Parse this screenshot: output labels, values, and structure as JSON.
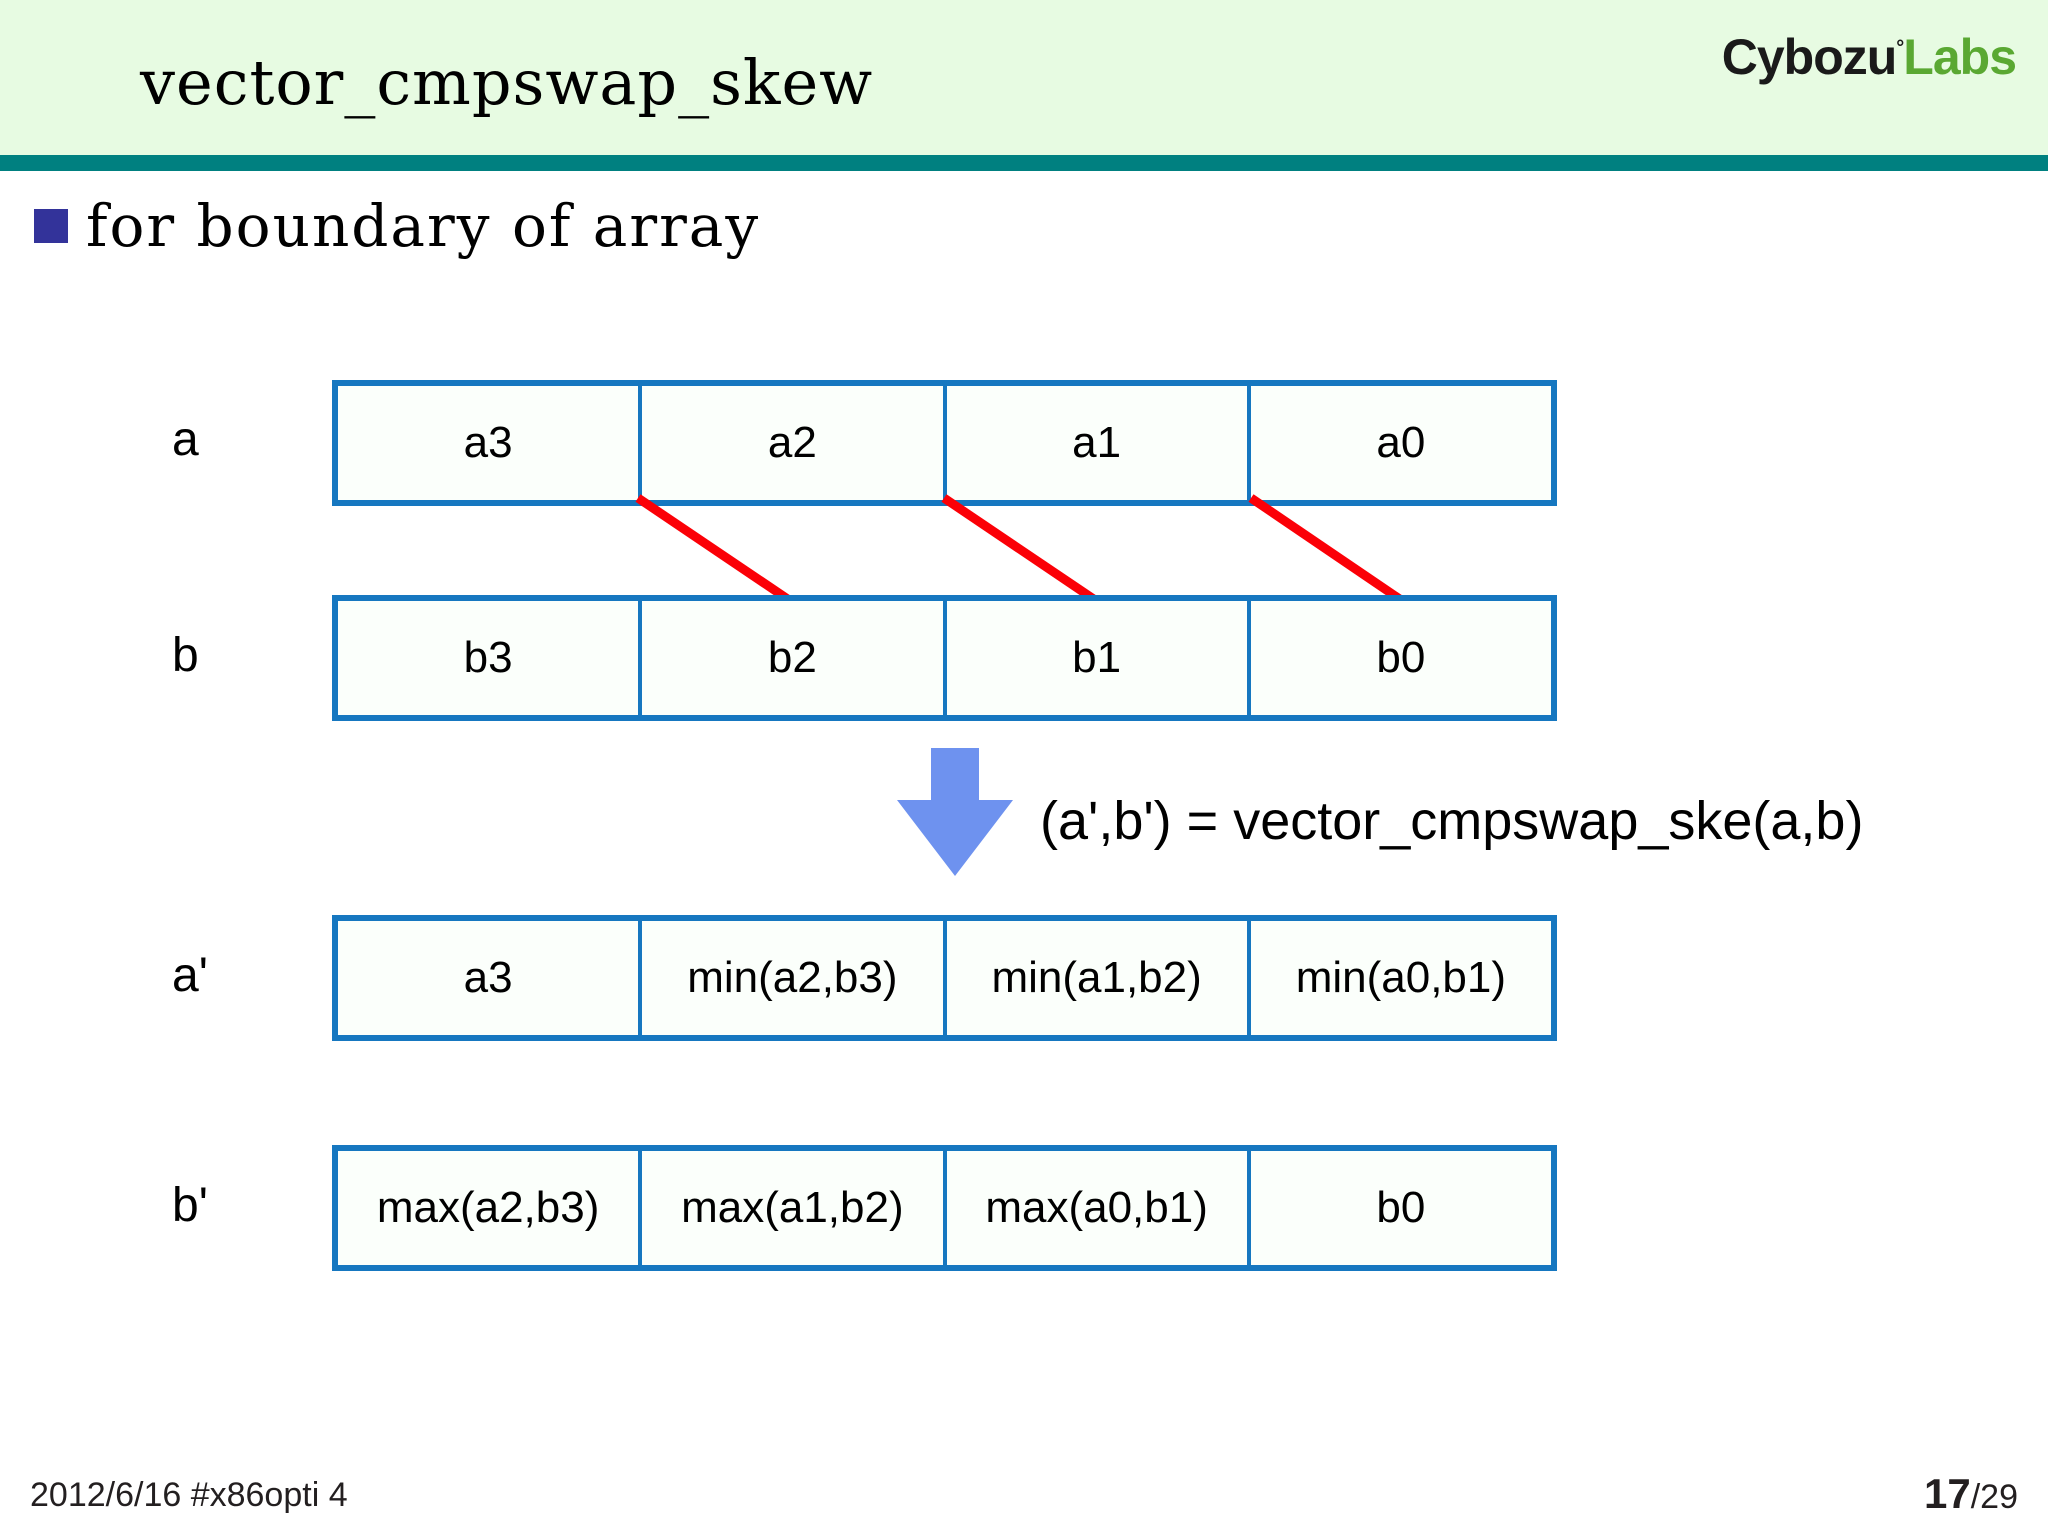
{
  "header": {
    "title": "vector_cmpswap_skew",
    "band_color": "#e7fbe2",
    "rule_color": "#008080",
    "logo": {
      "brand": "Cybozu",
      "registered_mark": "°",
      "suffix": "Labs",
      "brand_color": "#1a1a1a",
      "suffix_color": "#5aa832"
    }
  },
  "bullet": {
    "text": "for boundary of array",
    "marker_color": "#33339a"
  },
  "diagram": {
    "border_color": "#1677c0",
    "cell_fill": "#fbfffb",
    "skew_line_color": "#fb0007",
    "arrow_color": "#6e92ef",
    "rows": [
      {
        "label": "a",
        "cells": [
          "a3",
          "a2",
          "a1",
          "a0"
        ]
      },
      {
        "label": "b",
        "cells": [
          "b3",
          "b2",
          "b1",
          "b0"
        ]
      },
      {
        "label": "a'",
        "cells": [
          "a3",
          "min(a2,b3)",
          "min(a1,b2)",
          "min(a0,b1)"
        ]
      },
      {
        "label": "b'",
        "cells": [
          "max(a2,b3)",
          "max(a1,b2)",
          "max(a0,b1)",
          "b0"
        ]
      }
    ],
    "formula": "(a',b') = vector_cmpswap_ske(a,b)"
  },
  "footer": {
    "left": "2012/6/16 #x86opti 4",
    "page_current": "17",
    "page_total": "/29"
  }
}
